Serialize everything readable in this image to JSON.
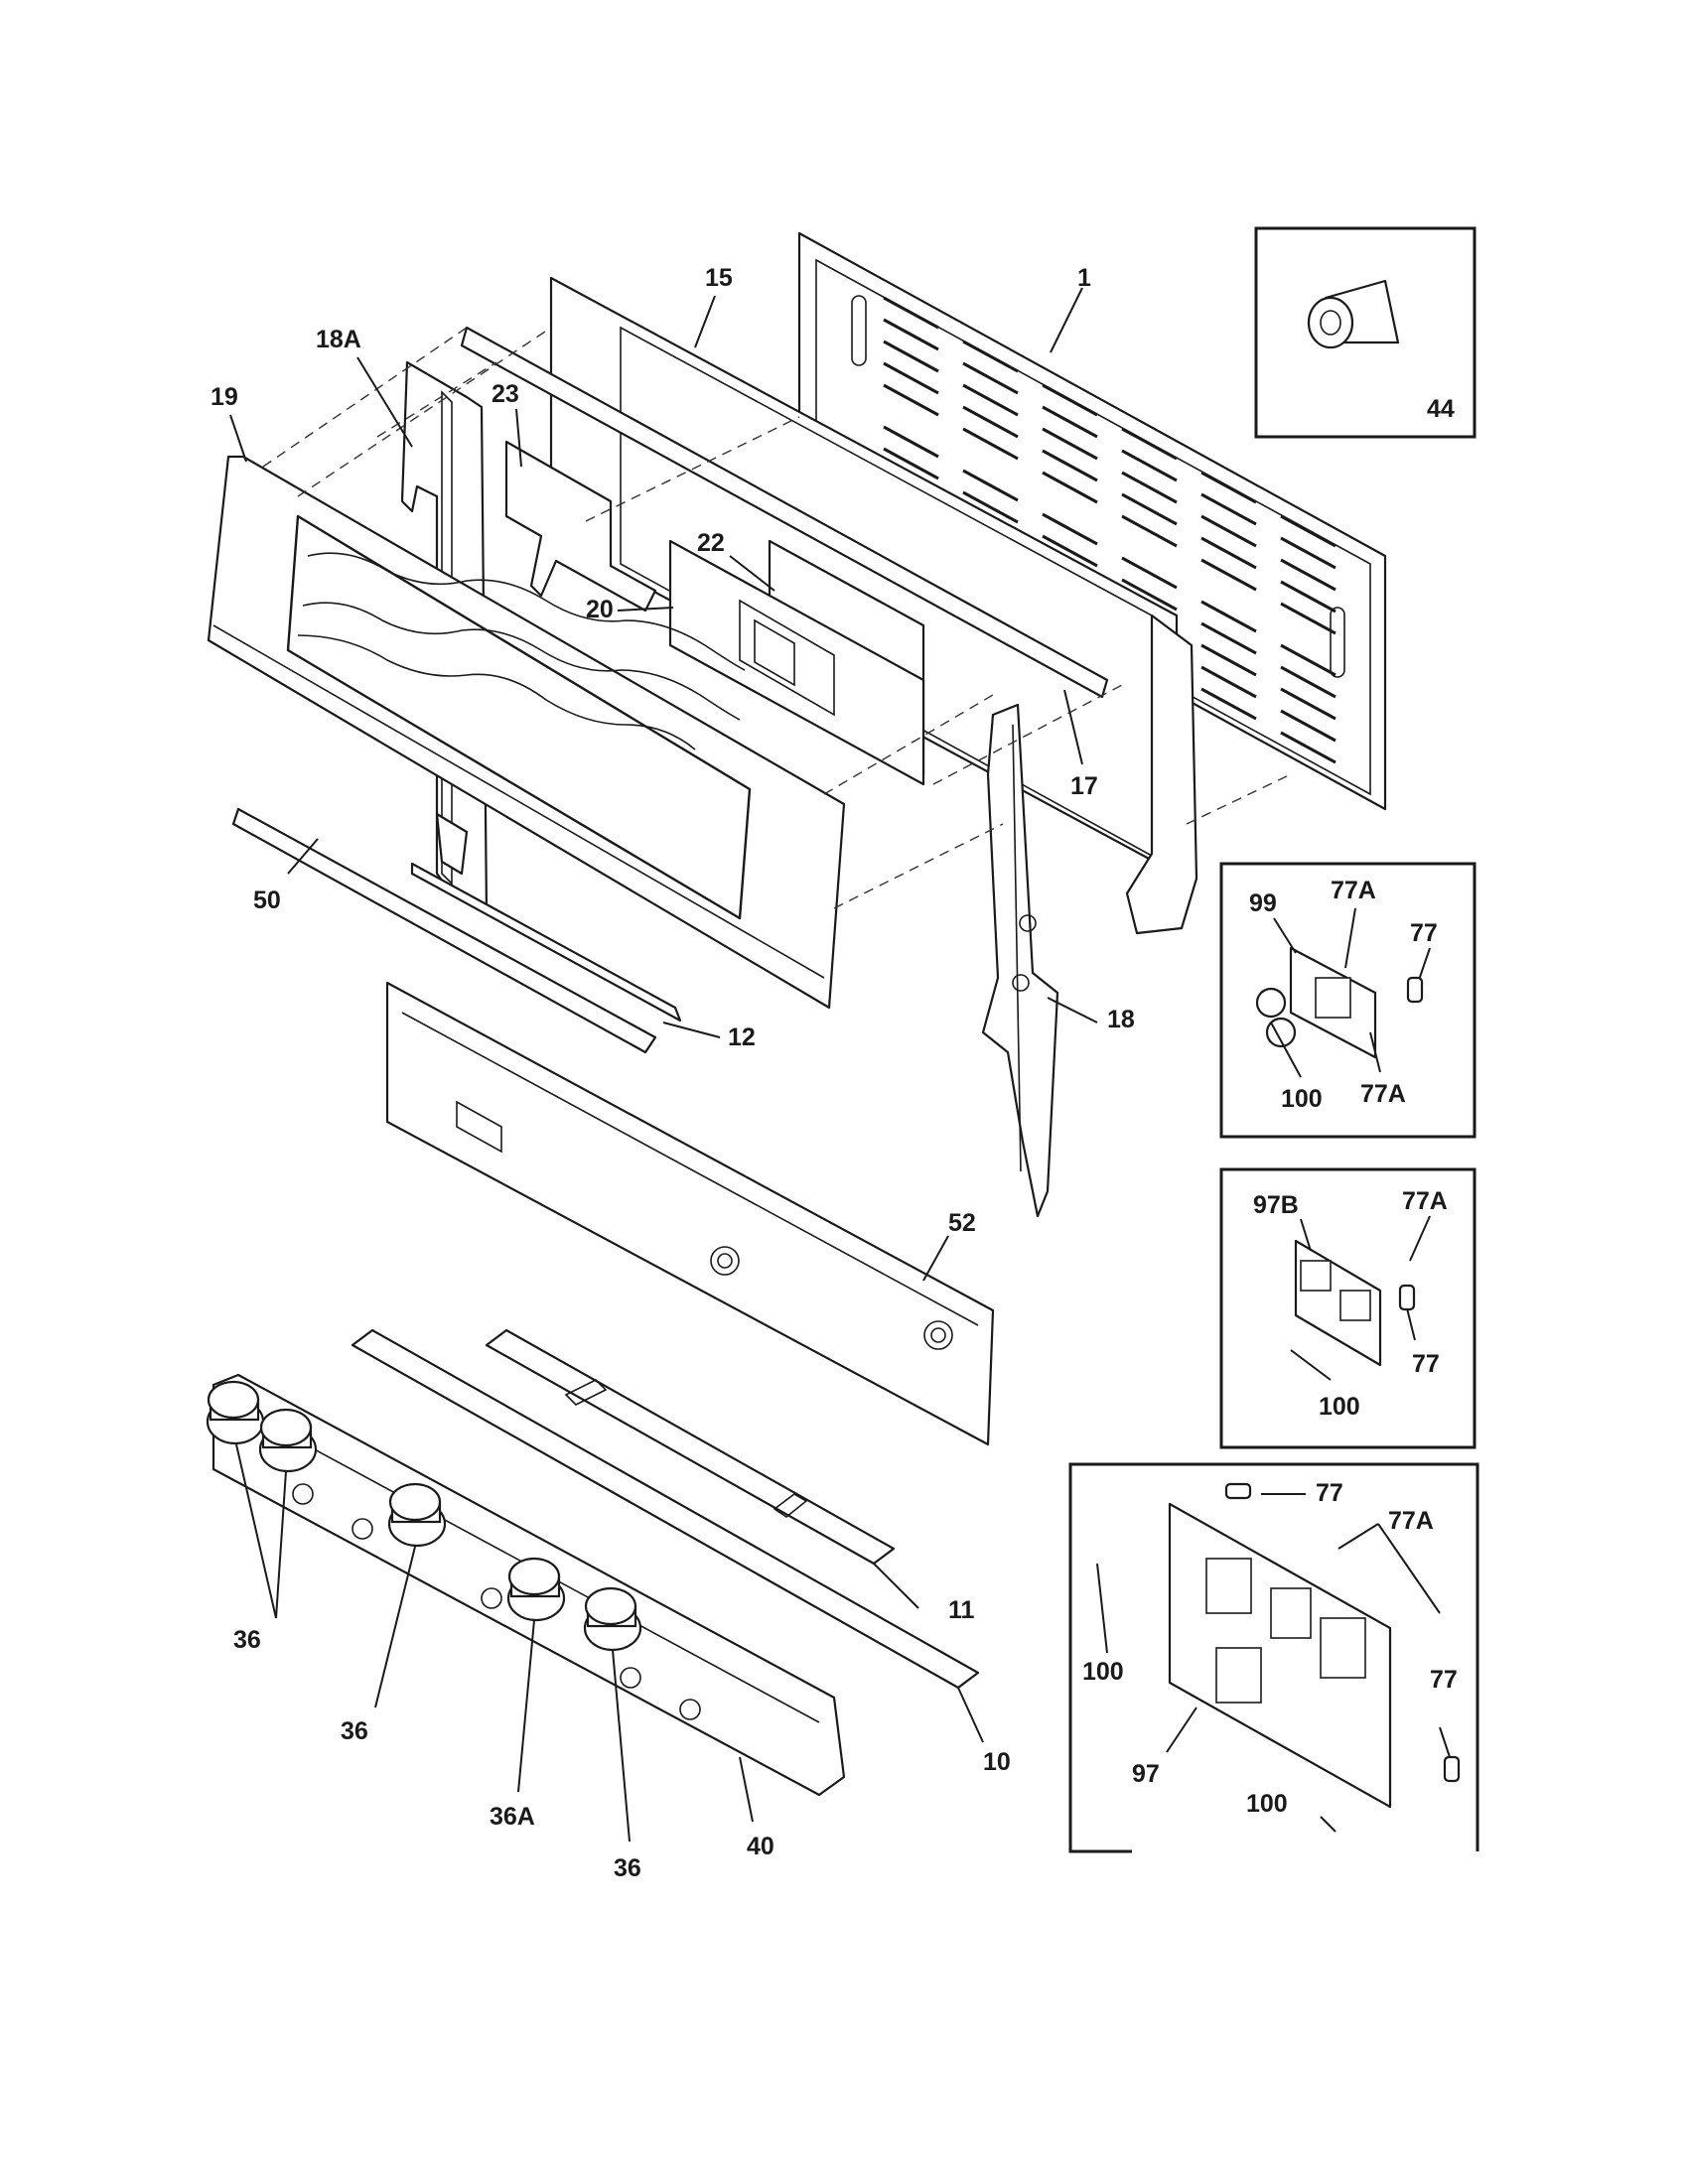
{
  "diagram": {
    "labels": {
      "p1": "1",
      "p15": "15",
      "p18A": "18A",
      "p19": "19",
      "p23": "23",
      "p22": "22",
      "p20": "20",
      "p17": "17",
      "p44": "44",
      "p50": "50",
      "p12": "12",
      "p18": "18",
      "p52": "52",
      "p11": "11",
      "p10": "10",
      "p36a": "36",
      "p36b": "36",
      "p36c": "36",
      "p36A": "36A",
      "p40": "40",
      "k1_99": "99",
      "k1_77A_top": "77A",
      "k1_77": "77",
      "k1_100": "100",
      "k1_77A_bottom": "77A",
      "k2_97B": "97B",
      "k2_77A": "77A",
      "k2_77": "77",
      "k2_100": "100",
      "k3_77_top": "77",
      "k3_77A": "77A",
      "k3_100_left": "100",
      "k3_77_right": "77",
      "k3_97": "97",
      "k3_100_bottom": "100"
    }
  }
}
